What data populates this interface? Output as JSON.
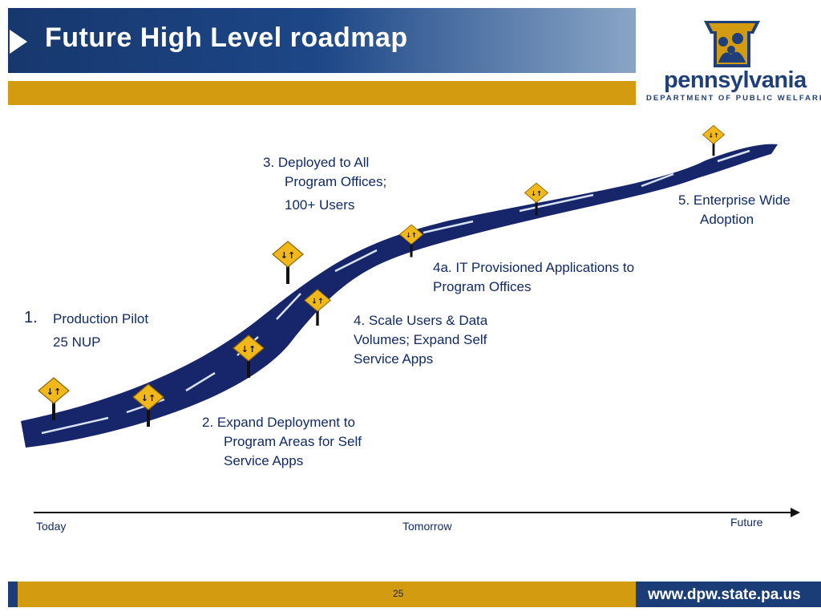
{
  "slide": {
    "title": "Future High Level roadmap",
    "page_number": "25"
  },
  "logo": {
    "word": "pennsylvania",
    "subtitle": "DEPARTMENT OF PUBLIC WELFARE"
  },
  "milestones": {
    "m1_number": "1.",
    "m1_line1": "Production Pilot",
    "m1_line2": "25 NUP",
    "m2_line1": "2. Expand Deployment to",
    "m2_line2": "Program Areas for Self",
    "m2_line3": "Service Apps",
    "m3_line1": "3. Deployed to All",
    "m3_line2": "Program Offices;",
    "m3_line3": "100+ Users",
    "m4_line1": "4. Scale Users & Data",
    "m4_line2": "Volumes; Expand Self",
    "m4_line3": "Service Apps",
    "m4a_line1": "4a. IT Provisioned Applications to",
    "m4a_line2": "Program Offices",
    "m5_line1": "5. Enterprise Wide",
    "m5_line2": "Adoption"
  },
  "timeline": {
    "today": "Today",
    "tomorrow": "Tomorrow",
    "future": "Future"
  },
  "footer": {
    "url": "www.dpw.state.pa.us"
  },
  "colors": {
    "navy": "#1a3d78",
    "gold": "#d39b10",
    "road": "#17266b",
    "sign": "#f1b81c"
  }
}
